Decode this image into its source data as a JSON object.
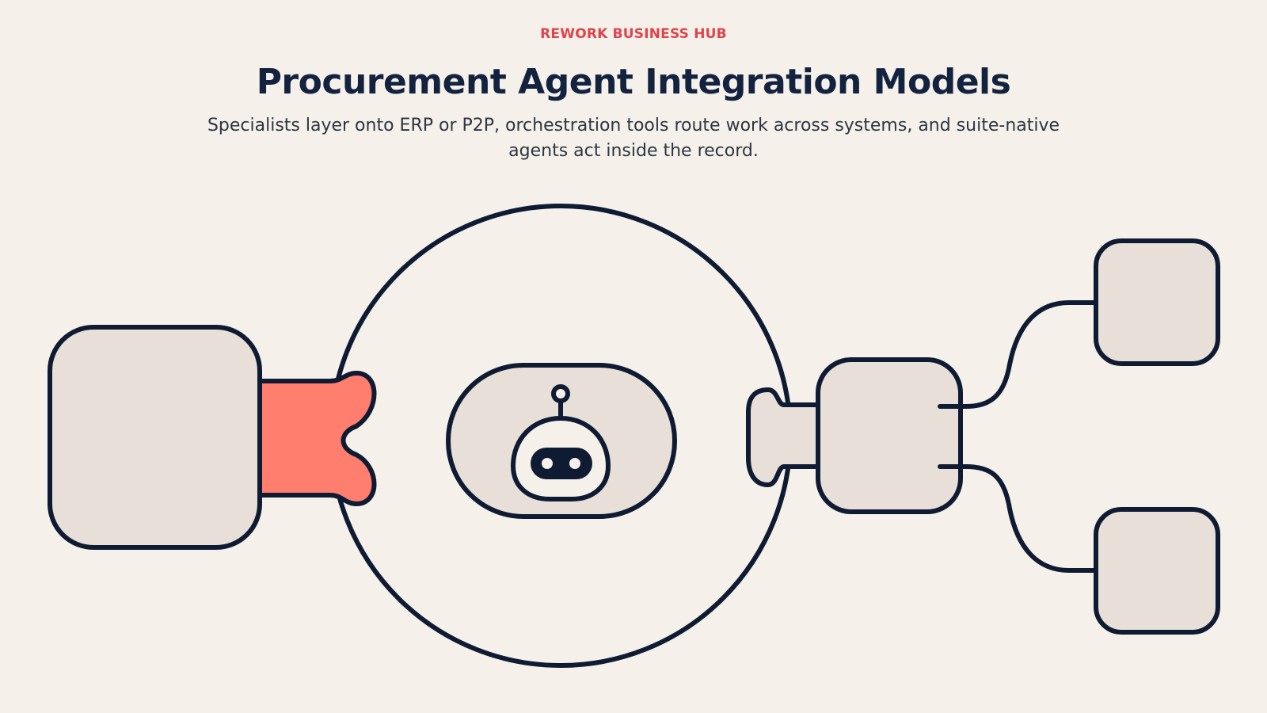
{
  "header": {
    "eyebrow": "REWORK BUSINESS HUB",
    "title": "Procurement Agent Integration Models",
    "subtitle": "Specialists layer onto ERP or P2P, orchestration tools route work across systems, and suite-native agents act inside the record."
  },
  "icons": {
    "agent": "robot-icon"
  },
  "colors": {
    "background": "#f5f1ea",
    "accent": "#e0434a",
    "title": "#13233f",
    "outline": "#0f1a33",
    "block_fill": "#e8e0d8",
    "connector_fill": "#ff7e6e"
  }
}
